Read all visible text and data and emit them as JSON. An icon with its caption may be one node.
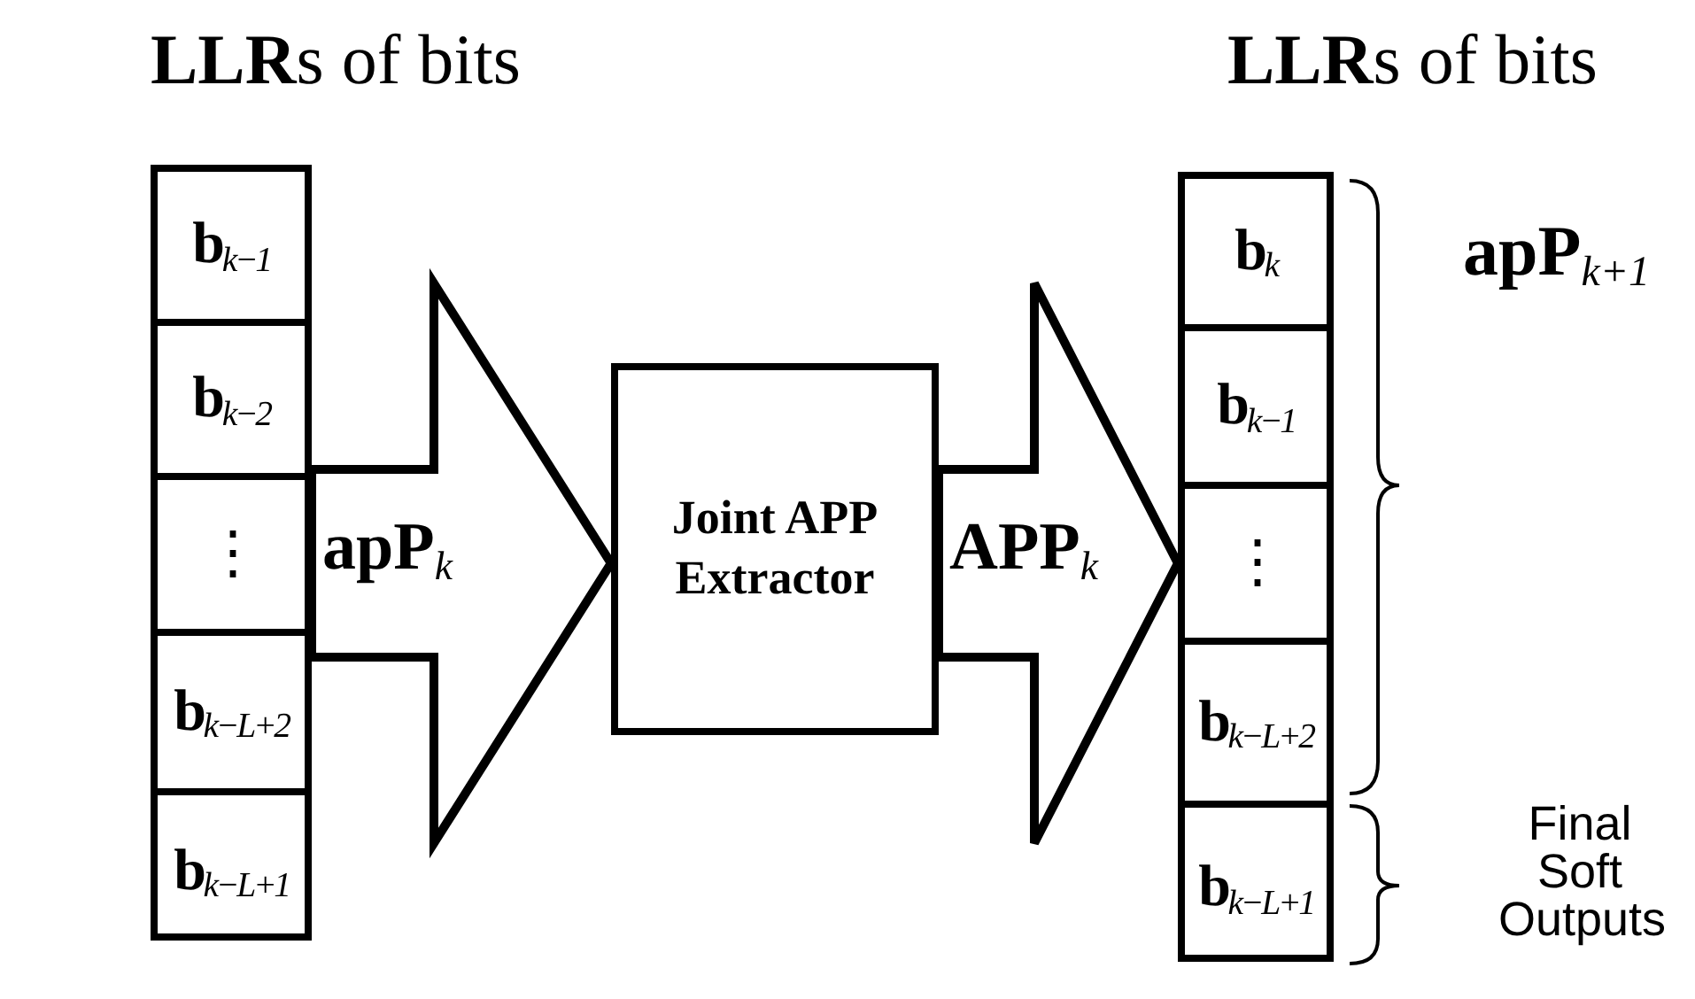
{
  "diagram": {
    "nodes": [
      {
        "text": [],
        "shape": "box",
        "beside": [
          "**LLR**s of bits"
        ]
      },
      {
        "text": [
          "**b**$_{k−1}$"
        ],
        "in": 0
      },
      {
        "text": [
          "**b**$_{k−2}$"
        ],
        "in": 0
      },
      {
        "text": [
          "⋮"
        ],
        "in": 0
      },
      {
        "text": [
          "**b**$_{k−L+2}$"
        ],
        "in": 0
      },
      {
        "text": [
          "**b**$_{k−L+1}$"
        ],
        "in": 0
      },
      {
        "text": [
          "Joint APP Extractor"
        ]
      },
      {
        "text": [],
        "shape": "box",
        "beside": [
          "**LLR**s of bits"
        ]
      },
      {
        "text": [
          "**b**$_{k}$"
        ],
        "in": 7
      },
      {
        "text": [
          "**b**$_{k−1}$"
        ],
        "in": 7
      },
      {
        "text": [
          "⋮"
        ],
        "in": 7
      },
      {
        "text": [
          "**b**$_{k−L+2}$"
        ],
        "in": 7
      },
      {
        "text": [
          "**b**$_{k−L+1}$"
        ],
        "in": 7
      }
    ],
    "edges": [
      {
        "from": 0,
        "to": 6,
        "arrow": "to",
        "style": "thick",
        "label": "**apP**$_{k}$"
      },
      {
        "from": 6,
        "to": 7,
        "arrow": "to",
        "style": "thick",
        "label": "**APP**$_{k}$"
      }
    ],
    "labels": [
      "**apP**$_{k+1}$",
      "Final Soft Outputs"
    ]
  }
}
